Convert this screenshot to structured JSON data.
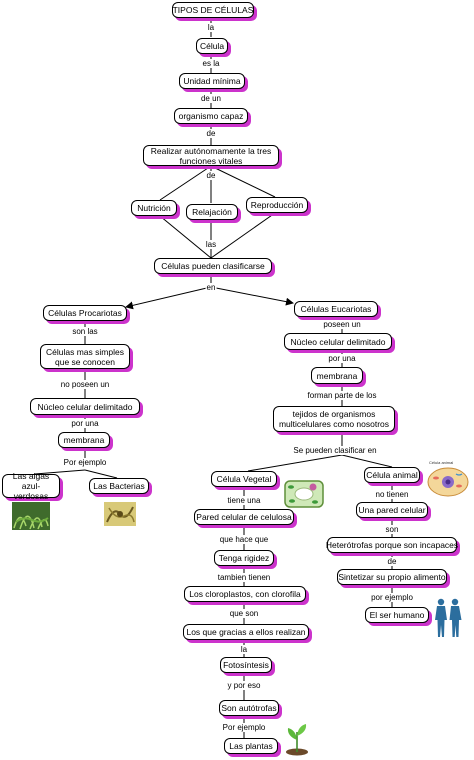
{
  "concepts": {
    "tipos": "TIPOS DE CÉLULAS",
    "celula": "Célula",
    "unidad": "Unidad mínima",
    "organismo": "organismo capaz",
    "realizar": "Realizar autónomamente la tres funciones vitales",
    "nutricion": "Nutrición",
    "relajacion": "Relajación",
    "reproduccion": "Reproducción",
    "clasificarse": "Células pueden clasificarse",
    "procariotas": "Células Procariotas",
    "simples": "Células mas simples que se conocen",
    "nucleo_p": "Núcleo celular delimitado",
    "membrana_p": "membrana",
    "algas": "Las algas azul-verdosas",
    "bacterias": "Las Bacterias",
    "eucariotas": "Células Eucariotas",
    "nucleo_e": "Núcleo celular delimitado",
    "membrana_e": "membrana",
    "tejidos": "tejidos de organismos multicelulares como nosotros",
    "vegetal": "Célula Vegetal",
    "pared": "Pared celular de celulosa",
    "rigidez": "Tenga rigidez",
    "cloroplastos": "Los cloroplastos, con clorofila",
    "gracias": "Los que gracias a ellos realizan",
    "fotosintesis": "Fotosíntesis",
    "autotrofas": "Son autótrofas",
    "plantas": "Las plantas",
    "animal": "Célula animal",
    "pared_a": "Una pared celular",
    "heterotrofas": "Heterótrofas porque son incapaces",
    "sintetizar": "Sintetizar su propio alimento",
    "humano": "El ser humano"
  },
  "links": {
    "la": "la",
    "es_la": "es la",
    "de_un": "de un",
    "de1": "de",
    "de2": "de",
    "las": "las",
    "en": "en",
    "son_las": "son las",
    "no_poseen": "no poseen un",
    "por_una_p": "por una",
    "por_ejemplo_p": "Por ejemplo",
    "poseen_un": "poseen un",
    "por_una_e": "por una",
    "forman": "forman parte de los",
    "se_pueden": "Se pueden clasificar en",
    "tiene_una": "tiene una",
    "que_hace": "que hace que",
    "tambien": "tambien tienen",
    "que_son": "que son",
    "la2": "la",
    "y_por_eso": "y por eso",
    "por_ejemplo_v": "Por ejemplo",
    "no_tienen": "no tienen",
    "son": "son",
    "de3": "de",
    "por_ejemplo_a": "por ejemplo"
  },
  "cell_caption": "Célula animal",
  "colors": {
    "shadow": "#cc33cc",
    "line": "#000000",
    "box_border": "#000000"
  }
}
